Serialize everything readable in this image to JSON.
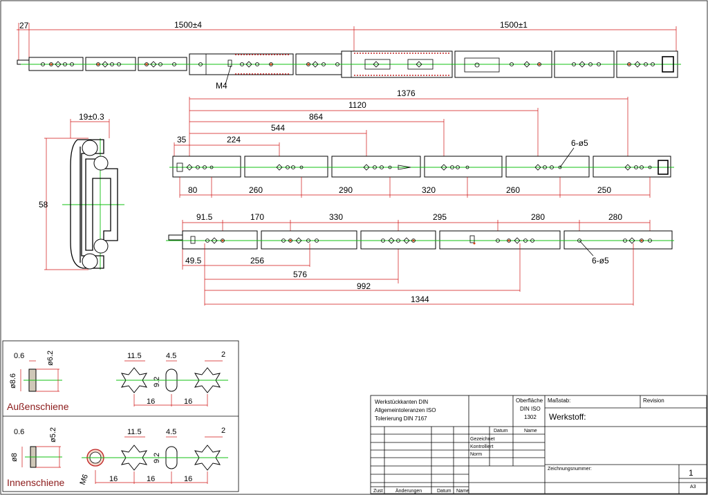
{
  "top_view": {
    "dim_overhang": "27",
    "dim_left": "1500±4",
    "dim_right": "1500±1",
    "thread_label": "M4"
  },
  "outer_rail": {
    "top_dims": [
      "1376",
      "1120",
      "864",
      "544",
      "224",
      "35"
    ],
    "hole_label": "6-ø5",
    "bottom_spacings": [
      "80",
      "260",
      "290",
      "320",
      "260",
      "250"
    ]
  },
  "inner_rail": {
    "top_spacings": [
      "91.5",
      "170",
      "330",
      "295",
      "280",
      "280"
    ],
    "hole_label": "6-ø5",
    "bottom_dims": [
      "49.5",
      "256",
      "576",
      "992",
      "1344"
    ]
  },
  "profile": {
    "width_label": "19±0.3",
    "height_label": "58"
  },
  "details": {
    "outer": {
      "title": "Außenschiene",
      "washer_thickness": "0.6",
      "washer_inner": "ø6.2",
      "washer_outer": "ø8.6",
      "cross_width": "11.5",
      "slot_width": "4.5",
      "slot_height": "9.2",
      "cross_arm": "2",
      "pitch_1": "16",
      "pitch_2": "16"
    },
    "inner": {
      "title": "Innenschiene",
      "washer_thickness": "0.6",
      "washer_inner": "ø5.2",
      "washer_outer": "ø8",
      "thread": "M6",
      "cross_width": "11.5",
      "slot_width": "4.5",
      "slot_height": "9.2",
      "cross_arm": "2",
      "pitch_1": "16",
      "pitch_2": "16",
      "pitch_3": "16"
    }
  },
  "title_block": {
    "general_notes": [
      "Werkstückkanten DIN",
      "Allgemeintoleranzen ISO",
      "Tolerierung DIN 7167"
    ],
    "surface_label": "Oberfläche",
    "surface_values": [
      "DIN ISO",
      "1302"
    ],
    "scale_label": "Maßstab:",
    "revision_label": "Revision",
    "material_label": "Werkstoff:",
    "date_header": "Datum",
    "name_header": "Name",
    "roles": [
      "Gezeichnet",
      "Kontrolliert",
      "Norm"
    ],
    "drawing_number_label": "Zeichnungsnummer:",
    "sheet_number": "1",
    "sheet_format": "A3",
    "revision_columns": [
      "Zust",
      "Änderungen",
      "Datum",
      "Name"
    ]
  }
}
